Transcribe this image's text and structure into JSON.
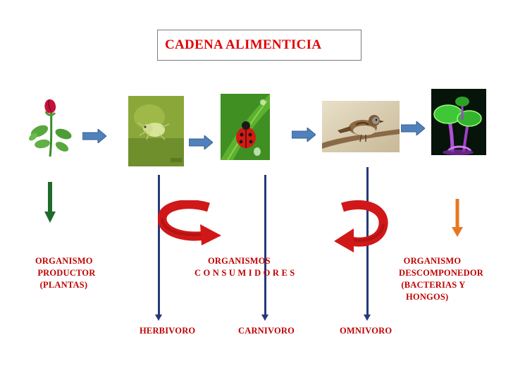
{
  "title": "CADENA  ALIMENTICIA",
  "colors": {
    "title": "#e30000",
    "label": "#c00000",
    "flow_arrow": "#4f81bd",
    "vertical_line": "#263a78",
    "producer_arrow": "#1e6b2a",
    "decomposer_arrow": "#e87722",
    "cycle_arrow": "#d01818"
  },
  "images": [
    {
      "name": "rose-plant",
      "icon": "rose-icon"
    },
    {
      "name": "aphid-photo",
      "icon": "aphid-icon"
    },
    {
      "name": "ladybug-photo",
      "icon": "ladybug-icon"
    },
    {
      "name": "sparrow-photo",
      "icon": "sparrow-icon"
    },
    {
      "name": "fungi-photo",
      "icon": "glowing-mushroom-icon"
    }
  ],
  "labels": {
    "producer": "ORGANISMO\n PRODUCTOR\n  (PLANTAS)",
    "consumers_line1": "ORGANISMOS",
    "consumers_line2": "C O N S U M I D O R E S",
    "decomposer": "  ORGANISMO\nDESCOMPONEDOR\n (BACTERIAS Y\n   HONGOS)"
  },
  "consumer_types": [
    "HERBIVORO",
    "CARNIVORO",
    "OMNIVORO"
  ]
}
